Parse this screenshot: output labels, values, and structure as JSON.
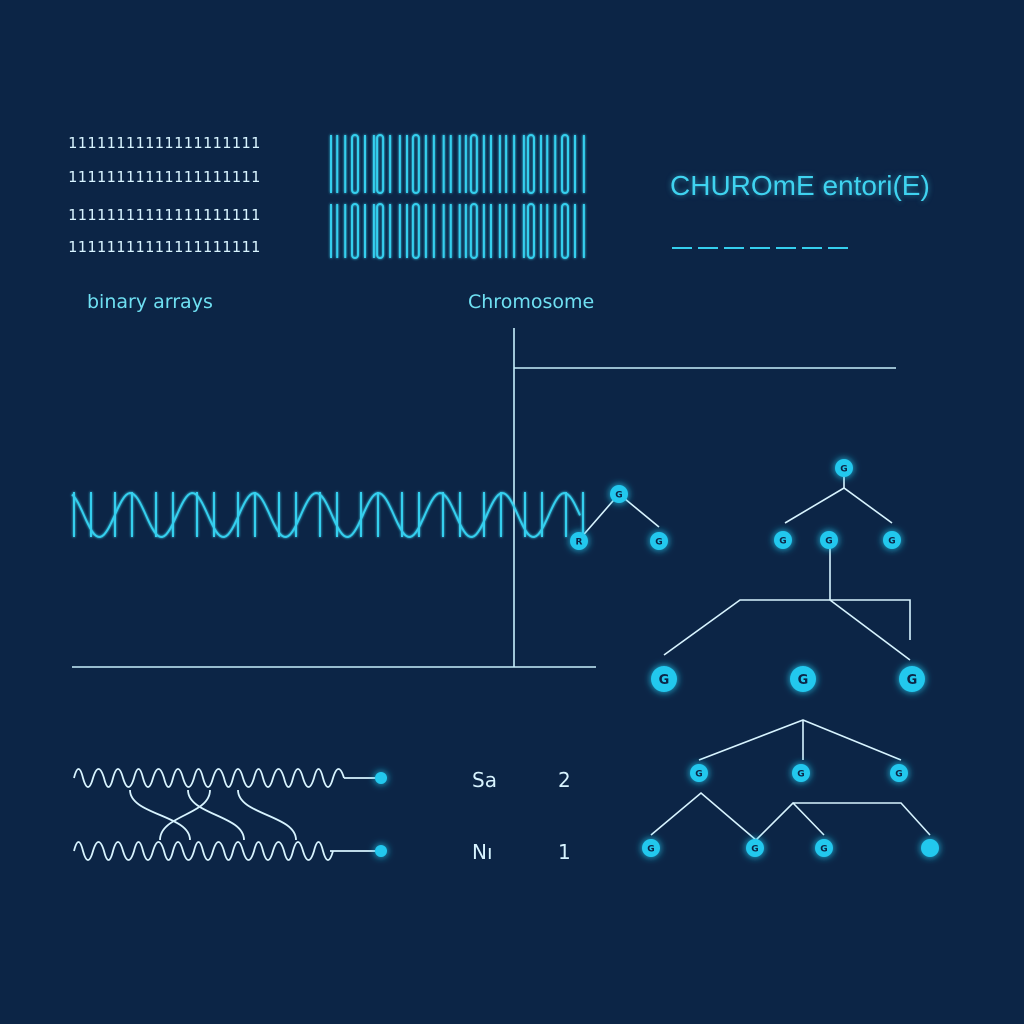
{
  "binary_arrays": {
    "rows": [
      "11111111111111111111",
      "11111111111111111111",
      "11111111111111111111",
      "11111111111111111111"
    ],
    "label": "binary arrays"
  },
  "chromosome": {
    "label": "Chromosome"
  },
  "title": {
    "text": "CHUROmE entori(E)"
  },
  "stats": [
    {
      "label": "Sa",
      "value": "2"
    },
    {
      "label": "Nı",
      "value": "1"
    }
  ],
  "tree": {
    "node_glyphs": [
      "G",
      "R",
      "G",
      "G",
      "G",
      "G",
      "G",
      "G",
      "G",
      "G",
      "G",
      "G",
      "G",
      "G",
      "G",
      "G"
    ]
  },
  "colors": {
    "background": "#0c2546",
    "accent": "#3fd3f0",
    "line": "#c6eefc",
    "node": "#22c8ee"
  }
}
